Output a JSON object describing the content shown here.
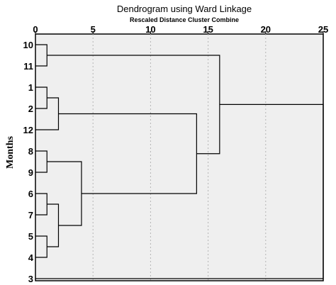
{
  "chart_data": {
    "type": "dendrogram",
    "title": "Dendrogram using Ward Linkage",
    "subtitle": "Rescaled Distance Cluster Combine",
    "ylabel": "Months",
    "xlim": [
      0,
      25
    ],
    "xticks": [
      "0",
      "5",
      "10",
      "15",
      "20",
      "25"
    ],
    "xtick_values": [
      0,
      5,
      10,
      15,
      20,
      25
    ],
    "grid": true,
    "leaves": [
      "10",
      "11",
      "1",
      "2",
      "12",
      "8",
      "9",
      "6",
      "7",
      "5",
      "4",
      "3"
    ],
    "merges": [
      {
        "a": "leaf:0",
        "b": "leaf:1",
        "height": 1
      },
      {
        "a": "leaf:2",
        "b": "leaf:3",
        "height": 1
      },
      {
        "a": "merge:1",
        "b": "leaf:4",
        "height": 2
      },
      {
        "a": "leaf:5",
        "b": "leaf:6",
        "height": 1
      },
      {
        "a": "leaf:7",
        "b": "leaf:8",
        "height": 1
      },
      {
        "a": "leaf:9",
        "b": "leaf:10",
        "height": 1
      },
      {
        "a": "merge:4",
        "b": "merge:5",
        "height": 2
      },
      {
        "a": "merge:3",
        "b": "merge:6",
        "height": 4
      },
      {
        "a": "merge:2",
        "b": "merge:7",
        "height": 14
      },
      {
        "a": "merge:0",
        "b": "merge:8",
        "height": 16
      },
      {
        "a": "merge:9",
        "b": "leaf:11",
        "height": 25
      }
    ],
    "colors": {
      "background": "#efefef",
      "lines": "#000000",
      "grid": "#b4b4b4"
    }
  }
}
